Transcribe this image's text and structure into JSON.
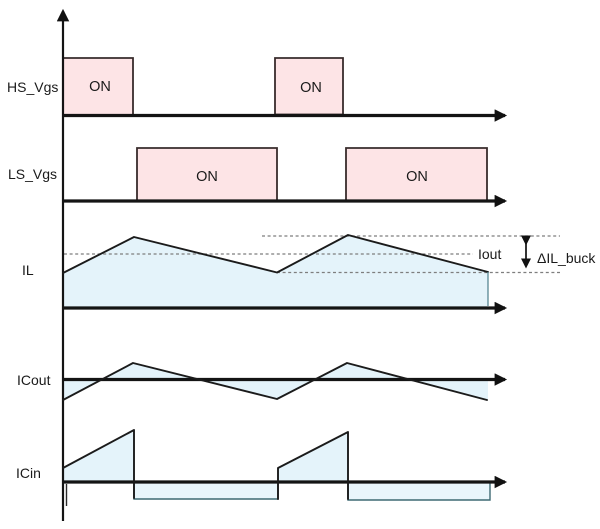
{
  "diagram": {
    "description_labels": {
      "hs": "HS_Vgs",
      "ls": "LS_Vgs",
      "il": "IL",
      "icout": "ICout",
      "icin": "ICin",
      "on": "ON",
      "iout": "Iout",
      "delta_il": "ΔIL_buck"
    },
    "signals": [
      {
        "name": "HS_Vgs",
        "type": "gate-pulse",
        "pulses": [
          "ON",
          "ON"
        ]
      },
      {
        "name": "LS_Vgs",
        "type": "gate-pulse",
        "pulses": [
          "ON",
          "ON"
        ]
      },
      {
        "name": "IL",
        "type": "triangle-ripple",
        "annotations": [
          "Iout",
          "ΔIL_buck"
        ]
      },
      {
        "name": "ICout",
        "type": "triangle-ac"
      },
      {
        "name": "ICin",
        "type": "sawtooth-pulsed"
      }
    ],
    "colors": {
      "pulse_fill": "#fde4e6",
      "pulse_border": "#382c2c",
      "wave_fill": "#e4f3fa",
      "wave_fill_border": "#3e6a73",
      "line": "#1b1b1b",
      "axis": "#141414",
      "dashed_reference": "#7e7e7e",
      "text": "#1a1a1a",
      "background": "#ffffff"
    }
  },
  "geometry": {
    "axes": {
      "vertical": "63,521 63,11",
      "hs": "63,115.5 505,115.5",
      "ls": "63,201 505,201",
      "il": "63,308 505,308",
      "icout": "63,379.5 505,379.5",
      "icin": "63,482 505,482",
      "icin_stub": "66.5,484 66.5,506"
    },
    "pulses": {
      "hs1": "63,58 133,58 133,115 63,115",
      "hs2": "275,58 343,58 343,114.5 275,114.5",
      "ls1": "137,148 277,148 277,201 137,201",
      "ls2": "346,148 487,148 487,201 346,201"
    },
    "il": {
      "fill": "63,308 63,273 134,237 277,272.5 348,235 488,272 488,308",
      "line": "63,273 134,237 277,272.5 348,235 488,272",
      "right_edge": "488,272 488,306",
      "dash_top": "262,236 560,236",
      "dash_mid": "64,254 473,254",
      "dash_bottom": "277,272.5 560,272.5",
      "delta_arrow": "526,243 526,266"
    },
    "icout": {
      "line": "63,400 133,363 277,399 347,363 487,400",
      "fill1": "63,379.5 63,400 102,379.5",
      "fill2": "102,379.5 133,363 199,379.5",
      "fill3": "199,379.5 277,399 315,379.5",
      "fill4": "315,379.5 347,363 409,379.5",
      "fill5": "409,379.5 488,400 488,379.5"
    },
    "icin": {
      "line1": "63,468 134,430 134,498",
      "line2": "278,499 278,468 348,432 348,499",
      "fill_ramp1": "63,482 63,468 134,430 134,482",
      "fill_neg1": "134,482.5 278,482.5 278,499 134,499",
      "fill_ramp2": "278,482 278,468 348,432 348,482",
      "fill_neg2": "348,482.5 490,482.5 490,500 348,500"
    }
  }
}
